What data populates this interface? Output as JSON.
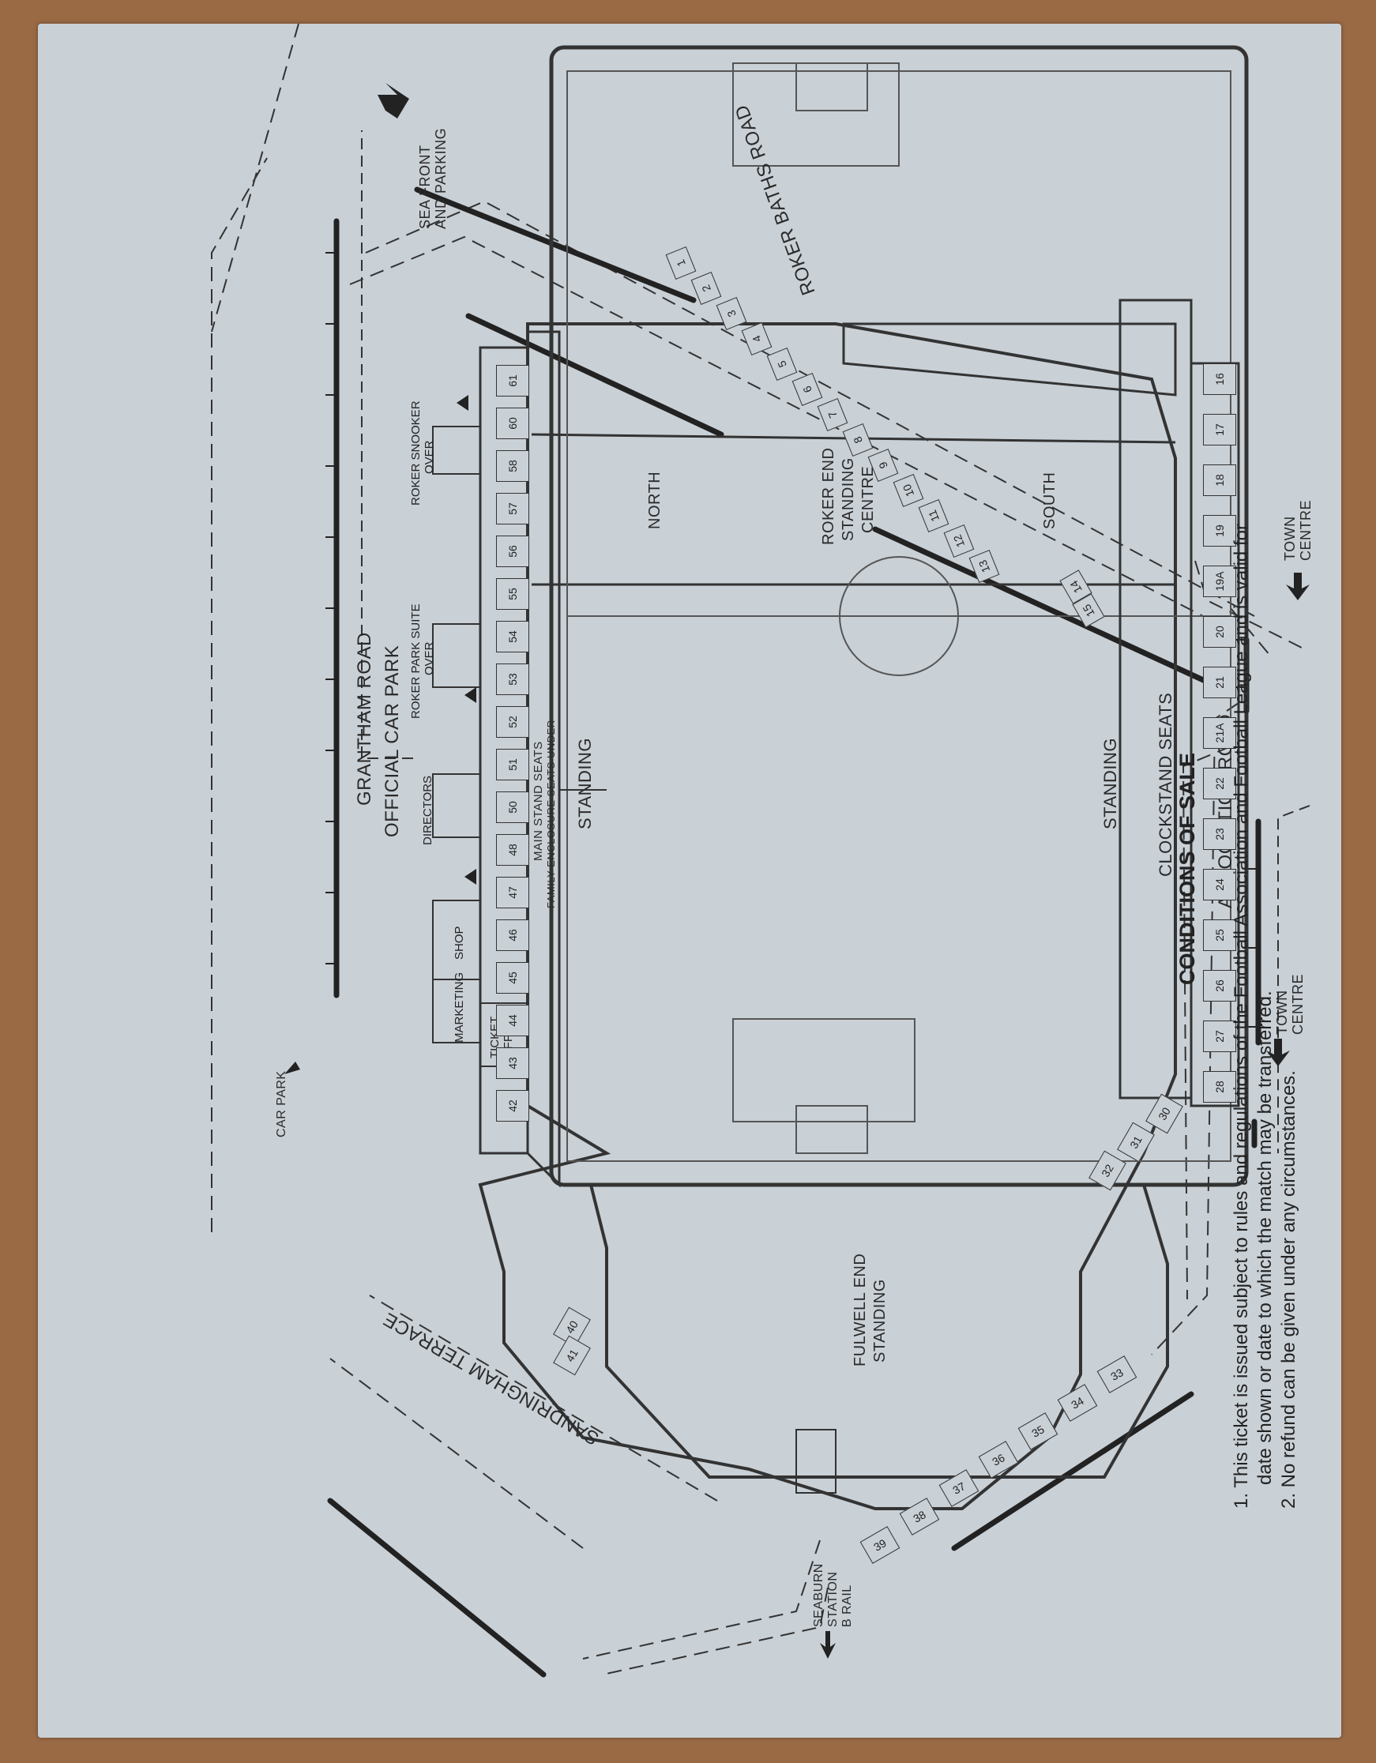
{
  "roads": {
    "roker_baths": "ROKER BATHS ROAD",
    "association": "ASSOCIATION ROAD",
    "grantham": "GRANTHAM ROAD",
    "sandringham": "SANDRINGHAM TERRACE"
  },
  "directions": {
    "sea_front_1": "SEA FRONT",
    "sea_front_2": "AND PARKING",
    "town_centre_1": "TOWN",
    "town_centre_2": "CENTRE",
    "seaburn_1": "SEABURN",
    "seaburn_2": "STATION",
    "seaburn_3": "B RAIL",
    "car_park": "CAR PARK"
  },
  "stands": {
    "north": "NORTH",
    "roker_1": "ROKER END",
    "roker_2": "STANDING",
    "roker_3": "CENTRE",
    "south": "SOUTH",
    "clockstand": "CLOCKSTAND SEATS",
    "standing": "STANDING",
    "fulwell_1": "FULWELL END",
    "fulwell_2": "STANDING",
    "main_1": "MAIN STAND SEATS",
    "main_2": "FAMILY ENCLOSURE SEATS UNDER"
  },
  "buildings": {
    "snooker_1": "ROKER SNOOKER",
    "snooker_2": "OVER",
    "suite_1": "ROKER PARK SUITE",
    "suite_2": "OVER",
    "directors": "DIRECTORS",
    "shop": "SHOP",
    "marketing": "MARKETING",
    "ticket_1": "TICKET",
    "ticket_2": "OFFICE",
    "car_park": "OFFICIAL CAR PARK"
  },
  "turnstiles": {
    "roker": [
      "1",
      "2",
      "3",
      "4",
      "5",
      "6",
      "7",
      "8",
      "9",
      "10",
      "11",
      "12",
      "13"
    ],
    "south": [
      "14",
      "15"
    ],
    "clock": [
      "16",
      "17",
      "18",
      "19",
      "19A",
      "20",
      "21",
      "21A",
      "22",
      "23",
      "24",
      "25",
      "26",
      "27",
      "28"
    ],
    "fulwell_top": [
      "30",
      "31",
      "32"
    ],
    "fulwell_bottom": [
      "33",
      "34",
      "35",
      "36",
      "37",
      "38",
      "39"
    ],
    "sandringham": [
      "40",
      "41"
    ],
    "main": [
      "42",
      "43",
      "44",
      "45",
      "46",
      "47",
      "48",
      "50",
      "51",
      "52",
      "53",
      "54",
      "55",
      "56",
      "57",
      "58",
      "60",
      "61"
    ]
  },
  "conditions": {
    "title": "CONDITIONS OF SALE",
    "line1": "1.  This ticket is issued subject to rules and regulations of the Football Association and Football League and is valid for",
    "line2": "date shown or date to which the match may be transferred.",
    "line3": "2.  No refund can be given under any circumstances."
  }
}
